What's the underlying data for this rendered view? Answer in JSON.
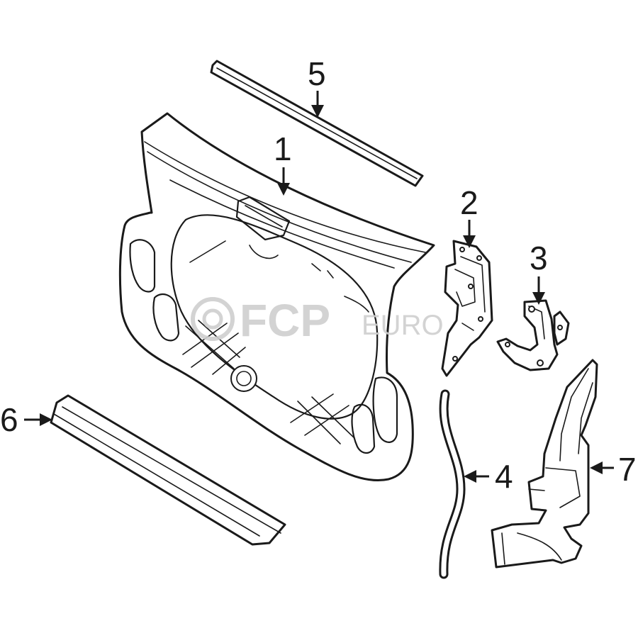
{
  "diagram": {
    "callouts": [
      {
        "id": "1",
        "label": "1"
      },
      {
        "id": "2",
        "label": "2"
      },
      {
        "id": "3",
        "label": "3"
      },
      {
        "id": "4",
        "label": "4"
      },
      {
        "id": "5",
        "label": "5"
      },
      {
        "id": "6",
        "label": "6"
      },
      {
        "id": "7",
        "label": "7"
      }
    ]
  },
  "watermark": {
    "logo_text": "FCP",
    "logo_suffix": "EURO"
  },
  "colors": {
    "line": "#1a1a1a",
    "background": "#ffffff",
    "watermark": "#cfcfcf"
  }
}
